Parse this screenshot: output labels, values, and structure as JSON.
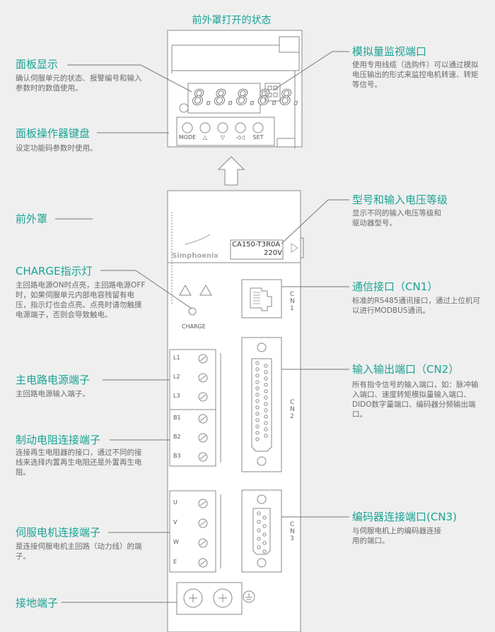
{
  "title": "前外罩打开的状态",
  "left": [
    {
      "title": "面板显示",
      "desc": "确认伺服单元的状态、报警编号和输入参数时的数值使用。"
    },
    {
      "title": "面板操作器键盘",
      "desc": "设定功能码参数时使用。"
    },
    {
      "title": "前外罩",
      "desc": ""
    },
    {
      "title": "CHARGE指示灯",
      "desc": "主回路电源ON时点亮，主回路电源OFF时，如果伺服单元内部电容残留有电压，指示灯也会点亮。点亮时请勿触摸电源端子，否则会导致触电。"
    },
    {
      "title": "主电路电源端子",
      "desc": "主回路电源输入端子。"
    },
    {
      "title": "制动电阻连接端子",
      "desc": "连接再生电阻器的接口，通过不同的接线来选择内置再生电阻还是外置再生电阻。"
    },
    {
      "title": "伺服电机连接端子",
      "desc": "是连接伺服电机主回路（动力线）的端子。"
    },
    {
      "title": "接地端子",
      "desc": ""
    }
  ],
  "right": [
    {
      "title": "模拟量监视端口",
      "desc": "使用专用线缆（选购件）可以通过模拟电压输出的形式来监控电机转速、转矩等信号。"
    },
    {
      "title": "型号和输入电压等级",
      "desc": "显示不同的输入电压等级和驱动器型号。"
    },
    {
      "title": "通信接口（CN1）",
      "desc": "标准的RS485通讯接口，通过上位机可以进行MODBUS通讯。"
    },
    {
      "title": "输入输出端口（CN2）",
      "desc": "所有指令信号的输入端口，如：脉冲输入端口、速度转矩模拟量输入端口、DIDO数字量端口、编码器分频输出端口。"
    },
    {
      "title": "编码器连接端口(CN3)",
      "desc": "与伺服电机上的编码器连接用的端口。"
    }
  ],
  "device": {
    "display": "8.8.8.8.8.",
    "keys": [
      "MODE",
      "△",
      "▽",
      "◁◁",
      "SET"
    ],
    "brand": "Simphoenix",
    "model": "CA150-T3R0A",
    "voltage": "220V",
    "charge": "CHARGE",
    "cn1": "CN1",
    "cn2": "CN2",
    "cn3": "CN3",
    "main_terms": [
      "L1",
      "L2",
      "L3"
    ],
    "brake_terms": [
      "B1",
      "B2",
      "B3"
    ],
    "motor_terms": [
      "U",
      "V",
      "W",
      "E"
    ]
  },
  "colors": {
    "accent": "#1aa394"
  }
}
